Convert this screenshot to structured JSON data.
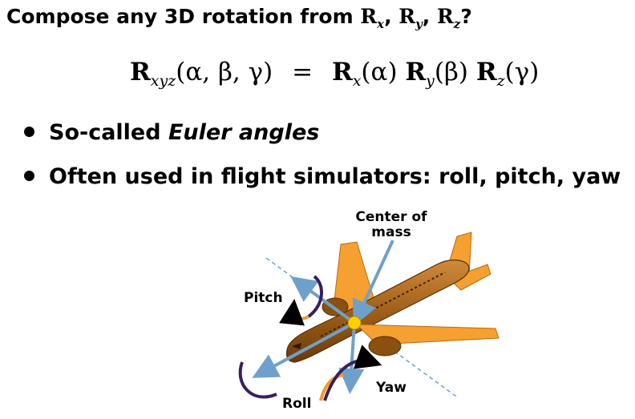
{
  "slide": {
    "title_prefix": "Compose any 3D rotation from ",
    "title_matrices": [
      {
        "symbol": "R",
        "sub": "x",
        "sep": ", "
      },
      {
        "symbol": "R",
        "sub": "y",
        "sep": ", "
      },
      {
        "symbol": "R",
        "sub": "z",
        "sep": "?"
      }
    ],
    "equation": {
      "lhs_symbol": "R",
      "lhs_sub": "xyz",
      "lhs_args": "(α, β, γ)",
      "equals": "=",
      "rhs": [
        {
          "symbol": "R",
          "sub": "x",
          "arg": "(α)"
        },
        {
          "symbol": "R",
          "sub": "y",
          "arg": "(β)"
        },
        {
          "symbol": "R",
          "sub": "z",
          "arg": "(γ)"
        }
      ]
    },
    "bullets": [
      {
        "text_plain": "So-called ",
        "text_italic": "Euler angles"
      },
      {
        "text_plain": "Often used in flight simulators: roll, pitch, yaw",
        "text_italic": ""
      }
    ],
    "figure": {
      "labels": {
        "center_of_mass_line1": "Center of",
        "center_of_mass_line2": "mass",
        "pitch": "Pitch",
        "roll": "Roll",
        "yaw": "Yaw"
      },
      "colors": {
        "fuselage": "#a0601a",
        "wing": "#f5a030",
        "axis_arrow": "#6fa0cc",
        "pitch_arc_dark": "#3a1f5c",
        "pitch_arc_light": "#f39a2b",
        "center_dot": "#ffd000"
      }
    }
  }
}
